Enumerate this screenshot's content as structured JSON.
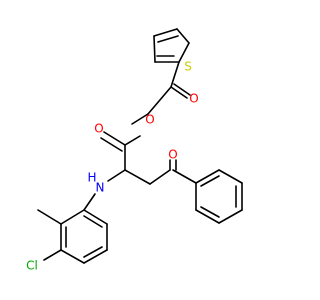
{
  "colors": {
    "background": "#ffffff",
    "bond": "#000000",
    "oxygen": "#ff0000",
    "nitrogen": "#0000ff",
    "sulfur": "#cccc00",
    "chlorine": "#00aa00"
  },
  "atoms": {
    "s_thiophene": "S",
    "o_ketone_top": "O",
    "o_ester_link": "O",
    "o_ester_carbonyl": "O",
    "o_ketone_right": "O",
    "n_amine": "H\nN",
    "cl": "Cl"
  }
}
